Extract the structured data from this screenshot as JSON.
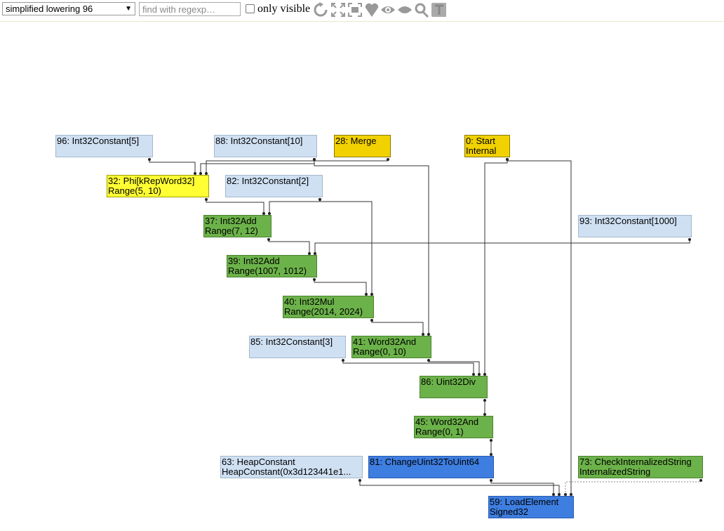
{
  "toolbar": {
    "phase_selected": "simplified lowering 96",
    "search_placeholder": "find with regexp…",
    "only_visible_label": "only visible",
    "icons": [
      "layout-icon",
      "show-all-icon",
      "toggle-hide-icon",
      "toggle-types-icon",
      "show-selected-icon",
      "hide-selected-icon",
      "search-icon",
      "hide-unselected-icon"
    ]
  },
  "colors": {
    "constant": "#cfe0f3",
    "control": "#f2d100",
    "phi": "#ffff33",
    "machine_op": "#6cb24a",
    "change_op": "#3e7ee0"
  },
  "nodes": [
    {
      "id": "96",
      "lines": [
        "96: Int32Constant[5]"
      ],
      "kind": "constant"
    },
    {
      "id": "88",
      "lines": [
        "88: Int32Constant[10]"
      ],
      "kind": "constant"
    },
    {
      "id": "28",
      "lines": [
        "28: Merge"
      ],
      "kind": "control"
    },
    {
      "id": "0",
      "lines": [
        "0: Start",
        "Internal"
      ],
      "kind": "control"
    },
    {
      "id": "32",
      "lines": [
        "32: Phi[kRepWord32]",
        "Range(5, 10)"
      ],
      "kind": "phi"
    },
    {
      "id": "82",
      "lines": [
        "82: Int32Constant[2]"
      ],
      "kind": "constant"
    },
    {
      "id": "37",
      "lines": [
        "37: Int32Add",
        "Range(7, 12)"
      ],
      "kind": "machine_op"
    },
    {
      "id": "93",
      "lines": [
        "93: Int32Constant[1000]"
      ],
      "kind": "constant"
    },
    {
      "id": "39",
      "lines": [
        "39: Int32Add",
        "Range(1007, 1012)"
      ],
      "kind": "machine_op"
    },
    {
      "id": "40",
      "lines": [
        "40: Int32Mul",
        "Range(2014, 2024)"
      ],
      "kind": "machine_op"
    },
    {
      "id": "85",
      "lines": [
        "85: Int32Constant[3]"
      ],
      "kind": "constant"
    },
    {
      "id": "41",
      "lines": [
        "41: Word32And",
        "Range(0, 10)"
      ],
      "kind": "machine_op"
    },
    {
      "id": "86",
      "lines": [
        "86: Uint32Div"
      ],
      "kind": "machine_op"
    },
    {
      "id": "45",
      "lines": [
        "45: Word32And",
        "Range(0, 1)"
      ],
      "kind": "machine_op"
    },
    {
      "id": "63",
      "lines": [
        "63: HeapConstant",
        "HeapConstant(0x3d123441e1..."
      ],
      "kind": "constant"
    },
    {
      "id": "81",
      "lines": [
        "81: ChangeUint32ToUint64"
      ],
      "kind": "change_op"
    },
    {
      "id": "73",
      "lines": [
        "73: CheckInternalizedString",
        "InternalizedString"
      ],
      "kind": "machine_op"
    },
    {
      "id": "59",
      "lines": [
        "59: LoadElement",
        "Signed32"
      ],
      "kind": "change_op"
    }
  ],
  "edges": [
    [
      "96",
      "32"
    ],
    [
      "88",
      "32"
    ],
    [
      "28",
      "32"
    ],
    [
      "32",
      "37"
    ],
    [
      "82",
      "37"
    ],
    [
      "37",
      "39"
    ],
    [
      "93",
      "39"
    ],
    [
      "39",
      "40"
    ],
    [
      "82",
      "40"
    ],
    [
      "40",
      "41"
    ],
    [
      "88",
      "41"
    ],
    [
      "41",
      "86"
    ],
    [
      "85",
      "86"
    ],
    [
      "0",
      "86"
    ],
    [
      "86",
      "45"
    ],
    [
      "45",
      "81"
    ],
    [
      "63",
      "59"
    ],
    [
      "81",
      "59"
    ],
    [
      "73",
      "59"
    ],
    [
      "0",
      "59"
    ]
  ]
}
